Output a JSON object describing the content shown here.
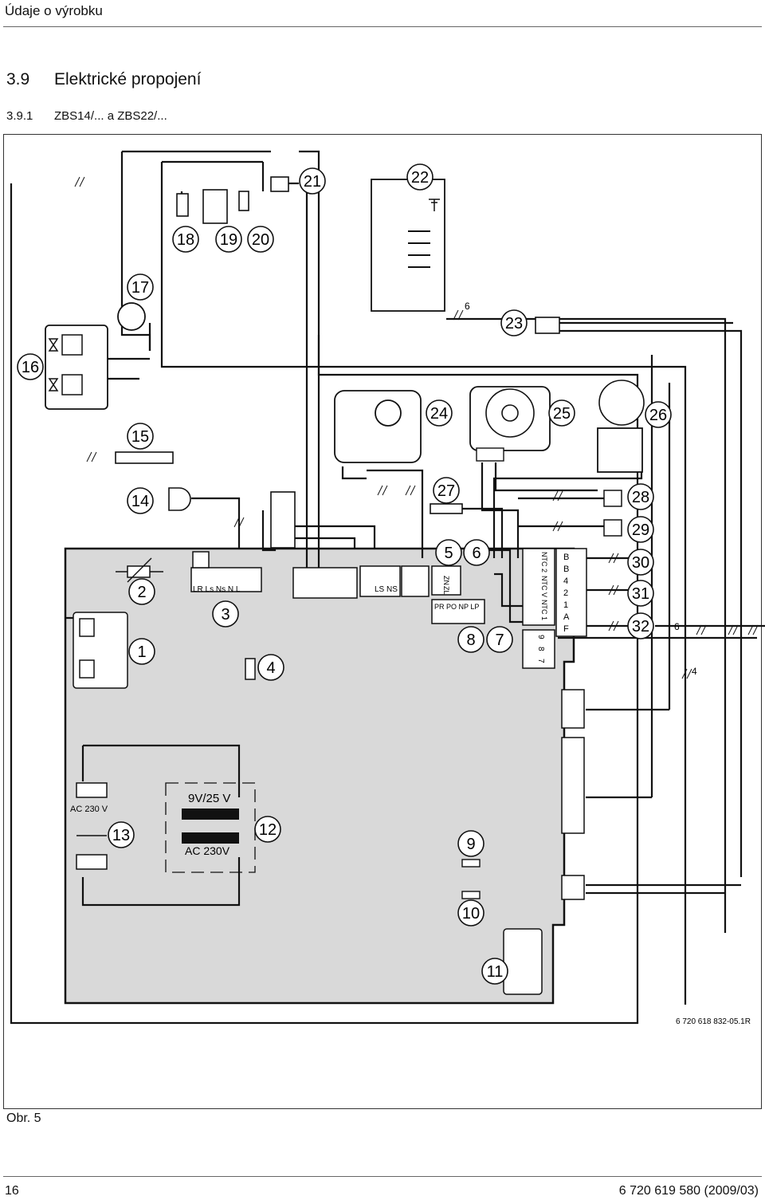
{
  "header": {
    "title": "Údaje o výrobku"
  },
  "section": {
    "number": "3.9",
    "title": "Elektrické propojení"
  },
  "subsection": {
    "number": "3.9.1",
    "title": "ZBS14/... a ZBS22/..."
  },
  "diagram": {
    "callouts": [
      "1",
      "2",
      "3",
      "4",
      "5",
      "6",
      "7",
      "8",
      "9",
      "10",
      "11",
      "12",
      "13",
      "14",
      "15",
      "16",
      "17",
      "18",
      "19",
      "20",
      "21",
      "22",
      "23",
      "24",
      "25",
      "26",
      "27",
      "28",
      "29",
      "30",
      "31",
      "32"
    ],
    "terminals": {
      "block3": "LR Ls Ns N      L",
      "block_ls": "LS NS",
      "zn": "ZN",
      "zl": "ZL",
      "pr_po": "PR PO NP LP",
      "ntc2": "NTC 2",
      "ntcv": "NTC V",
      "ntc1": "NTC 1",
      "col_right": [
        "B",
        "B",
        "4",
        "2",
        "1",
        "A",
        "F"
      ],
      "col_987": [
        "9",
        "8",
        "7"
      ]
    },
    "labels": {
      "ac230v_supply": "AC 230 V",
      "transformer_secondary": "9V/25 V",
      "transformer_primary": "AC 230V",
      "wire6_top": "6",
      "wire6_right": "6",
      "wire4": "4",
      "drawing_code": "6 720 618 832-05.1R"
    }
  },
  "figure": {
    "caption": "Obr. 5"
  },
  "footer": {
    "page": "16",
    "document": "6 720 619 580 (2009/03)"
  }
}
